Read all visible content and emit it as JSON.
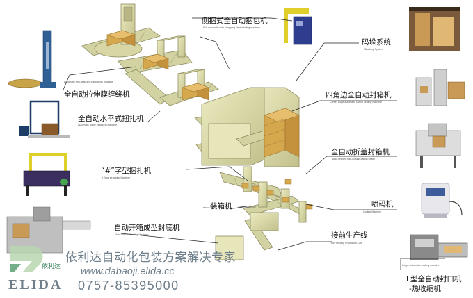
{
  "labels": [
    {
      "id": "side-strapping",
      "text": "侧捆式全自动捆包机",
      "sub": "Full automatic side-strapping Tape binding machine"
    },
    {
      "id": "stretch-wrapping",
      "text": "全自动拉伸膜缠绕机",
      "sub": "Automatic film-wrapping packaging machine"
    },
    {
      "id": "horizontal-strapping",
      "text": "全自动水平式捆扎机",
      "sub": "Automatic plane strapping Machine"
    },
    {
      "id": "hash-strapping",
      "text": "“#”字型捆扎机",
      "sub": "# Tape strapping Machine"
    },
    {
      "id": "case-erector",
      "text": "自动开箱成型封底机",
      "sub": "Auto bottom Sealing Machine"
    },
    {
      "id": "case-packer",
      "text": "装箱机",
      "sub": "Casing Machine"
    },
    {
      "id": "production-line",
      "text": "接前生产线",
      "sub": "Front feeding Production Line"
    },
    {
      "id": "coding-system",
      "text": "码垛系统",
      "sub": "Stacking System"
    },
    {
      "id": "four-corner-sealer",
      "text": "四角边全自动封箱机",
      "sub": "Corner Edge automatic carton sealing machine"
    },
    {
      "id": "flap-sealer",
      "text": "全自动折盖封箱机",
      "sub": "Auto uniform flap-closing carton sealer"
    },
    {
      "id": "inkjet-printer",
      "text": "喷码机",
      "sub": "Coding Machine"
    },
    {
      "id": "l-sealer-line1",
      "text": "L型全自动封口机",
      "sub": "L-type automatic sealing machine"
    },
    {
      "id": "l-sealer-line2",
      "text": "-热收缩机",
      "sub": ""
    }
  ],
  "watermark": {
    "company_cn": "依利达自动化包装方案解决专家",
    "url": "www.dabaoji.elida.cc",
    "brand": "ELIDA",
    "phone": "0757-85395000",
    "logo_cn": "依利达"
  },
  "colors": {
    "machine": "#dcdca6",
    "machine_dark": "#a9a877",
    "conveyor": "#c9c998",
    "box": "#d6a84e",
    "box_dark": "#9f7430",
    "leader": "#222222",
    "watermark": "#6e7e8a"
  }
}
